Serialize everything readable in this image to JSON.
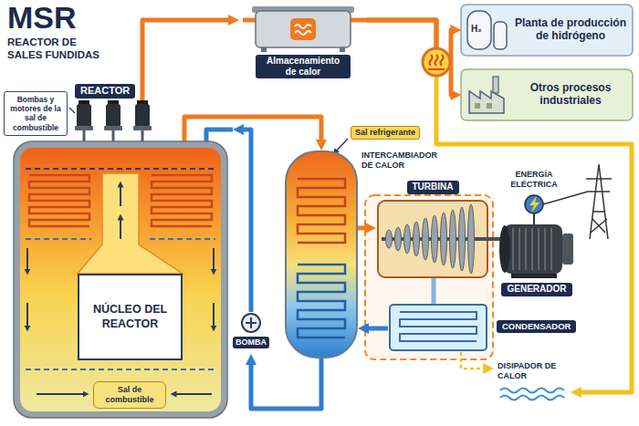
{
  "diagram": {
    "title": "MSR",
    "nodes": [
      {
        "text": [
          "Bombas y motores de la sal de combustible"
        ]
      },
      {
        "text": [
          "REACTOR"
        ]
      },
      {
        "text": [
          "NÚCLEO DEL REACTOR"
        ],
        "in": 1
      },
      {
        "text": [
          "Sal de combustible"
        ],
        "in": 1
      },
      {
        "text": [
          "Almacenamiento de calor"
        ]
      },
      {
        "text": [
          "Planta de producción de hidrógeno"
        ]
      },
      {
        "text": [
          "Otros procesos industriales"
        ]
      },
      {
        "text": [
          "Sal refrigerante"
        ]
      },
      {
        "text": [
          "INTERCAMBIADOR DE CALOR"
        ]
      },
      {
        "text": [
          "TURBINA"
        ]
      },
      {
        "text": [
          "GENERADOR"
        ]
      },
      {
        "text": [
          "CONDENSADOR"
        ]
      },
      {
        "text": [
          "BOMBA"
        ]
      }
    ],
    "edges": [
      {
        "from": 1,
        "to": 4,
        "arrow": "to"
      },
      {
        "from": 4,
        "to": 5,
        "arrow": "to"
      },
      {
        "from": 4,
        "to": 6,
        "arrow": "to"
      },
      {
        "from": 1,
        "to": 8,
        "arrow": "to"
      },
      {
        "from": 8,
        "to": 9,
        "arrow": "to"
      },
      {
        "from": 11,
        "to": 8,
        "arrow": "to"
      },
      {
        "from": 8,
        "to": 12,
        "arrow": "to"
      },
      {
        "from": 12,
        "to": 1,
        "arrow": "to"
      }
    ],
    "labels": [
      "REACTOR DE SALES FUNDIDAS",
      "H₂",
      "ENERGÍA ELÉCTRICA",
      "DISIPADOR DE CALOR"
    ]
  }
}
